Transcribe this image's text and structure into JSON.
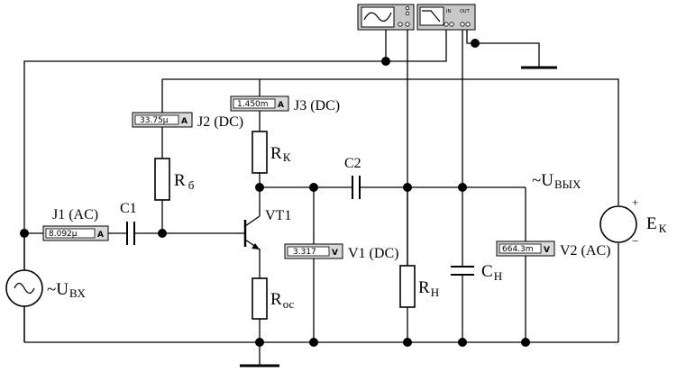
{
  "components": {
    "J1": {
      "label": "J1 (AC)",
      "reading": "8.092µ",
      "unit": "A"
    },
    "J2": {
      "label": "J2 (DC)",
      "reading": "33.75µ",
      "unit": "A"
    },
    "J3": {
      "label": "J3 (DC)",
      "reading": "1.450m",
      "unit": "A"
    },
    "V1": {
      "label": "V1 (DC)",
      "reading": "3.317",
      "unit": "V"
    },
    "V2": {
      "label": "V2 (AC)",
      "reading": "664.3m",
      "unit": "V"
    },
    "C1": "C1",
    "C2": "C2",
    "VT1": "VT1",
    "Rb": {
      "main": "R",
      "sub": "б"
    },
    "Rk": {
      "main": "R",
      "sub": "К"
    },
    "Ros": {
      "main": "R",
      "sub": "ос"
    },
    "Rn": {
      "main": "R",
      "sub": "Н"
    },
    "Cn": {
      "main": "C",
      "sub": "Н"
    },
    "Ek": {
      "main": "E",
      "sub": "К"
    },
    "Uvx": {
      "main": "~U",
      "sub": "ВХ"
    },
    "Uvyx": {
      "main": "~U",
      "sub": "ВЫХ"
    },
    "plus": "+",
    "minus": "−"
  },
  "instruments": {
    "bode_in": "IN",
    "bode_out": "OUT"
  }
}
